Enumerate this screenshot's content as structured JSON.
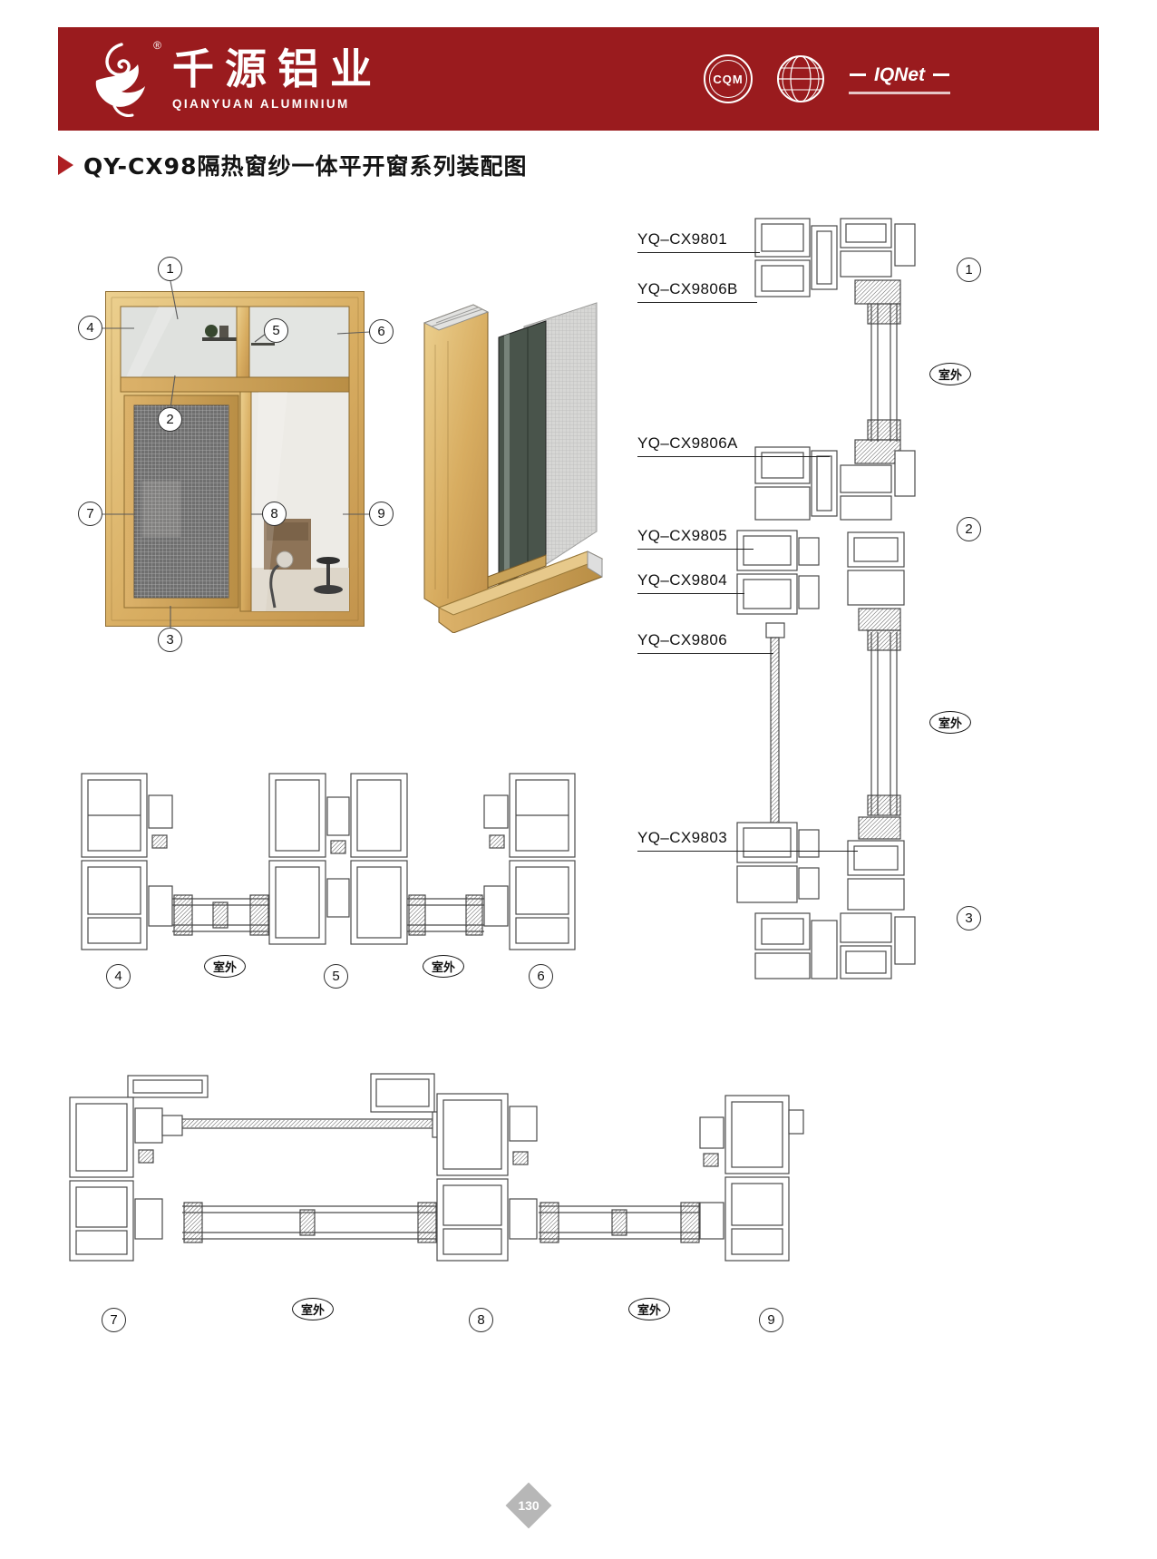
{
  "header": {
    "reg_mark": "®",
    "brand_cn": "千源铝业",
    "brand_en": "QIANYUAN ALUMINIUM",
    "badges": {
      "cqm": "CQM",
      "iqnet": "IQNet"
    },
    "colors": {
      "band": "#9a1b1e",
      "accent_red": "#ae1f23"
    }
  },
  "title": "QY-CX98隔热窗纱一体平开窗系列装配图",
  "labels": {
    "outdoor": "室外"
  },
  "window_figure": {
    "callouts": [
      "1",
      "2",
      "3",
      "4",
      "5",
      "6",
      "7",
      "8",
      "9"
    ]
  },
  "vertical_section": {
    "parts": [
      "YQ–CX9801",
      "YQ–CX9806B",
      "YQ–CX9806A",
      "YQ–CX9805",
      "YQ–CX9804",
      "YQ–CX9806",
      "YQ–CX9803"
    ],
    "details": [
      "1",
      "2",
      "3"
    ]
  },
  "horizontal_section_upper": {
    "details": [
      "4",
      "5",
      "6"
    ]
  },
  "horizontal_section_lower": {
    "details": [
      "7",
      "8",
      "9"
    ]
  },
  "footer": {
    "page_number": "130"
  }
}
